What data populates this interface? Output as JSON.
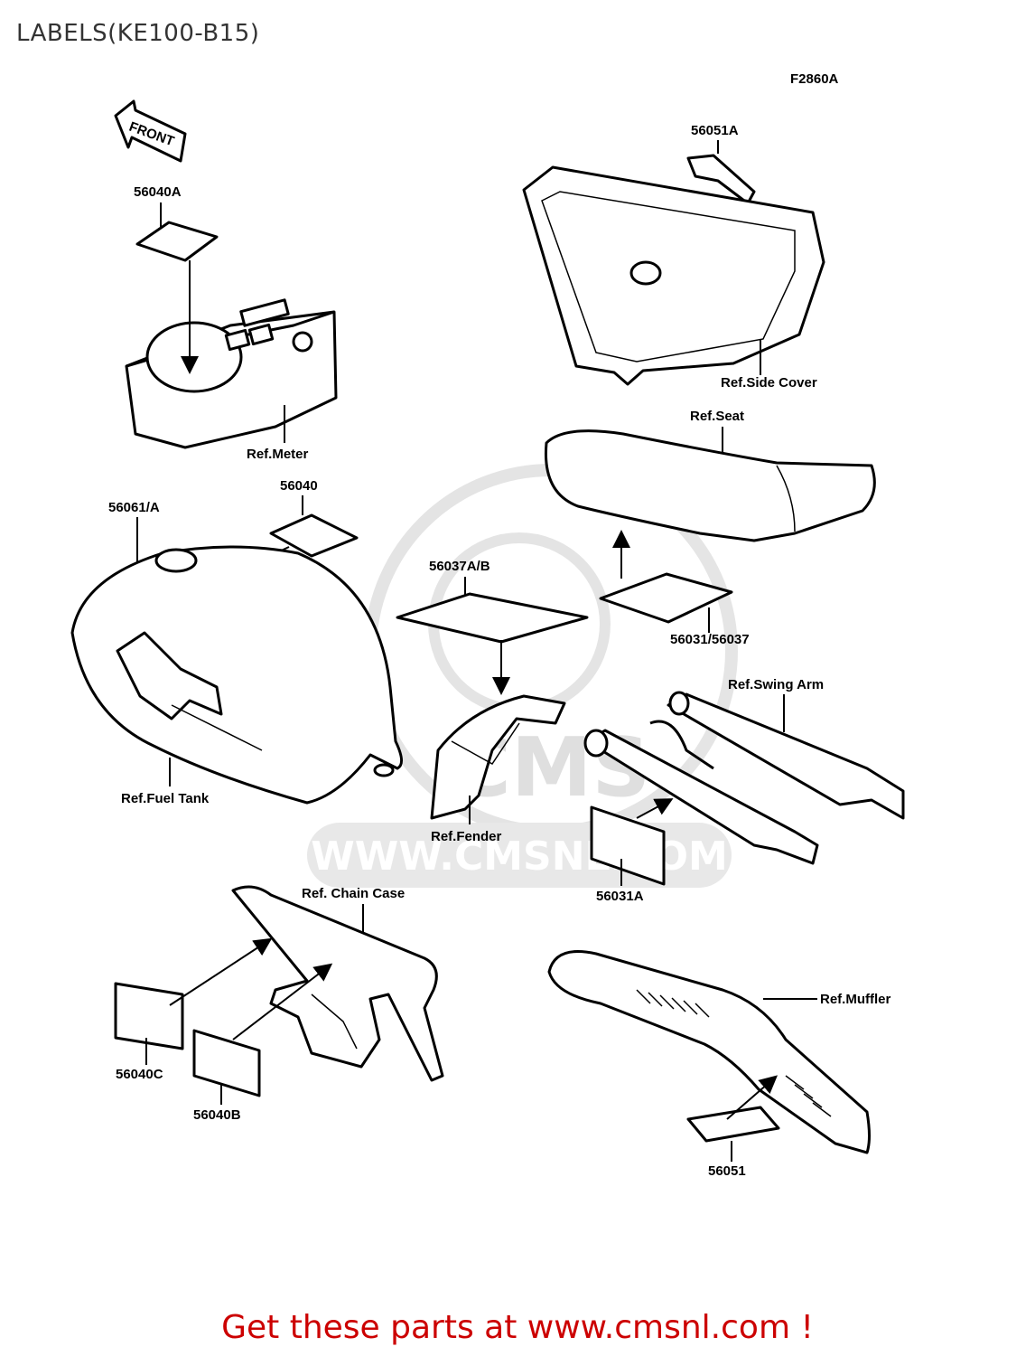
{
  "page": {
    "title": "LABELS(KE100-B15)",
    "figure_code": "F2860A",
    "front_label": "FRONT",
    "watermark_logo_text": "CMS",
    "watermark_url": "WWW.CMSNL.COM",
    "footer": "Get these parts at www.cmsnl.com !"
  },
  "parts": {
    "p56040A": "56040A",
    "p56040": "56040",
    "p56061A": "56061/A",
    "p56051A": "56051A",
    "p56037AB": "56037A/B",
    "p56031_56037": "56031/56037",
    "p56031A": "56031A",
    "p56040C": "56040C",
    "p56040B": "56040B",
    "p56051": "56051"
  },
  "refs": {
    "meter": "Ref.Meter",
    "side_cover": "Ref.Side Cover",
    "seat": "Ref.Seat",
    "fuel_tank": "Ref.Fuel Tank",
    "fender": "Ref.Fender",
    "swing_arm": "Ref.Swing Arm",
    "chain_case": "Ref. Chain Case",
    "muffler": "Ref.Muffler"
  },
  "colors": {
    "footer": "#cc0000",
    "line": "#000000",
    "watermark": "#d9d9d9"
  }
}
